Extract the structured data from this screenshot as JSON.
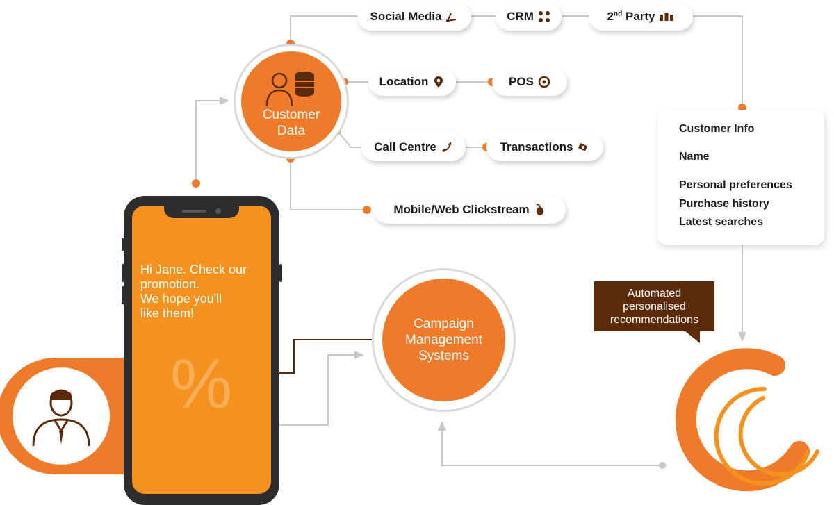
{
  "pills": {
    "social_media": "Social Media",
    "crm": "CRM",
    "second_party_num": "2",
    "second_party_sup": "nd",
    "second_party_word": " Party",
    "location": "Location",
    "pos": "POS",
    "call_centre": "Call Centre",
    "transactions": "Transactions",
    "clickstream": "Mobile/Web Clickstream"
  },
  "customer_data": {
    "line1": "Customer",
    "line2": "Data"
  },
  "customer_info": {
    "heading": "Customer Info",
    "name": "Name",
    "items": [
      "Personal preferences",
      "Purchase history",
      "Latest searches"
    ]
  },
  "bubble": {
    "line1": "Automated",
    "line2": "personalised",
    "line3": "recommendations"
  },
  "campaign": {
    "line1": "Campaign",
    "line2": "Management",
    "line3": "Systems"
  },
  "phone": {
    "message_lines": [
      "Hi Jane. Check our",
      "promotion.",
      "We hope you'll",
      "like them!"
    ],
    "percent_glyph": "%"
  },
  "colors": {
    "orange": "#ee7a2a",
    "phone_orange": "#f5921f",
    "brown": "#5a2a0a",
    "line_gray": "#c8c8c8",
    "dot_orange": "#ee7a2a"
  }
}
